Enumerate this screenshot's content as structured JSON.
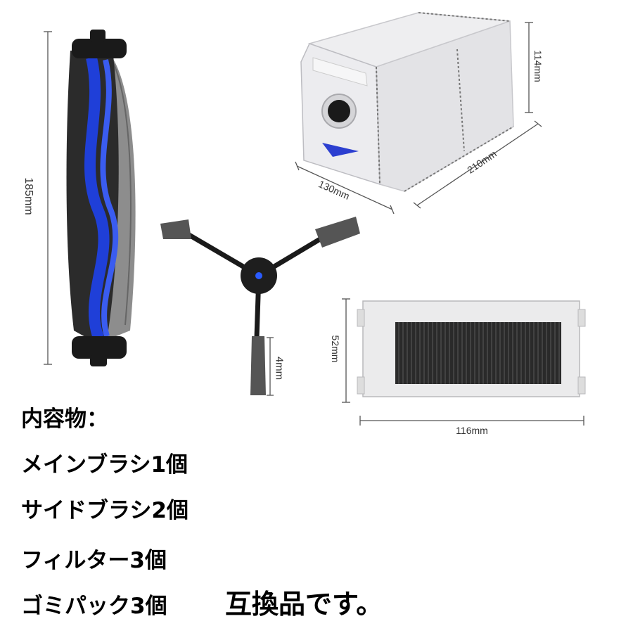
{
  "dimensions": {
    "main_brush_length": "185mm",
    "dust_bag_height": "114mm",
    "dust_bag_width": "130mm",
    "dust_bag_length": "210mm",
    "side_brush_bristle": "4mm",
    "filter_height": "52mm",
    "filter_width": "116mm"
  },
  "contents": {
    "heading": "内容物：",
    "items": [
      "メインブラシ1個",
      "サイドブラシ2個",
      "フィルター3個",
      "ゴミパック3個"
    ]
  },
  "tagline": "互換品です。",
  "colors": {
    "brush_blue": "#1f3fd8",
    "rubber_black": "#1a1a1a",
    "bag_gray": "#e9e9ec",
    "filter_mesh": "#2a2a2a"
  }
}
